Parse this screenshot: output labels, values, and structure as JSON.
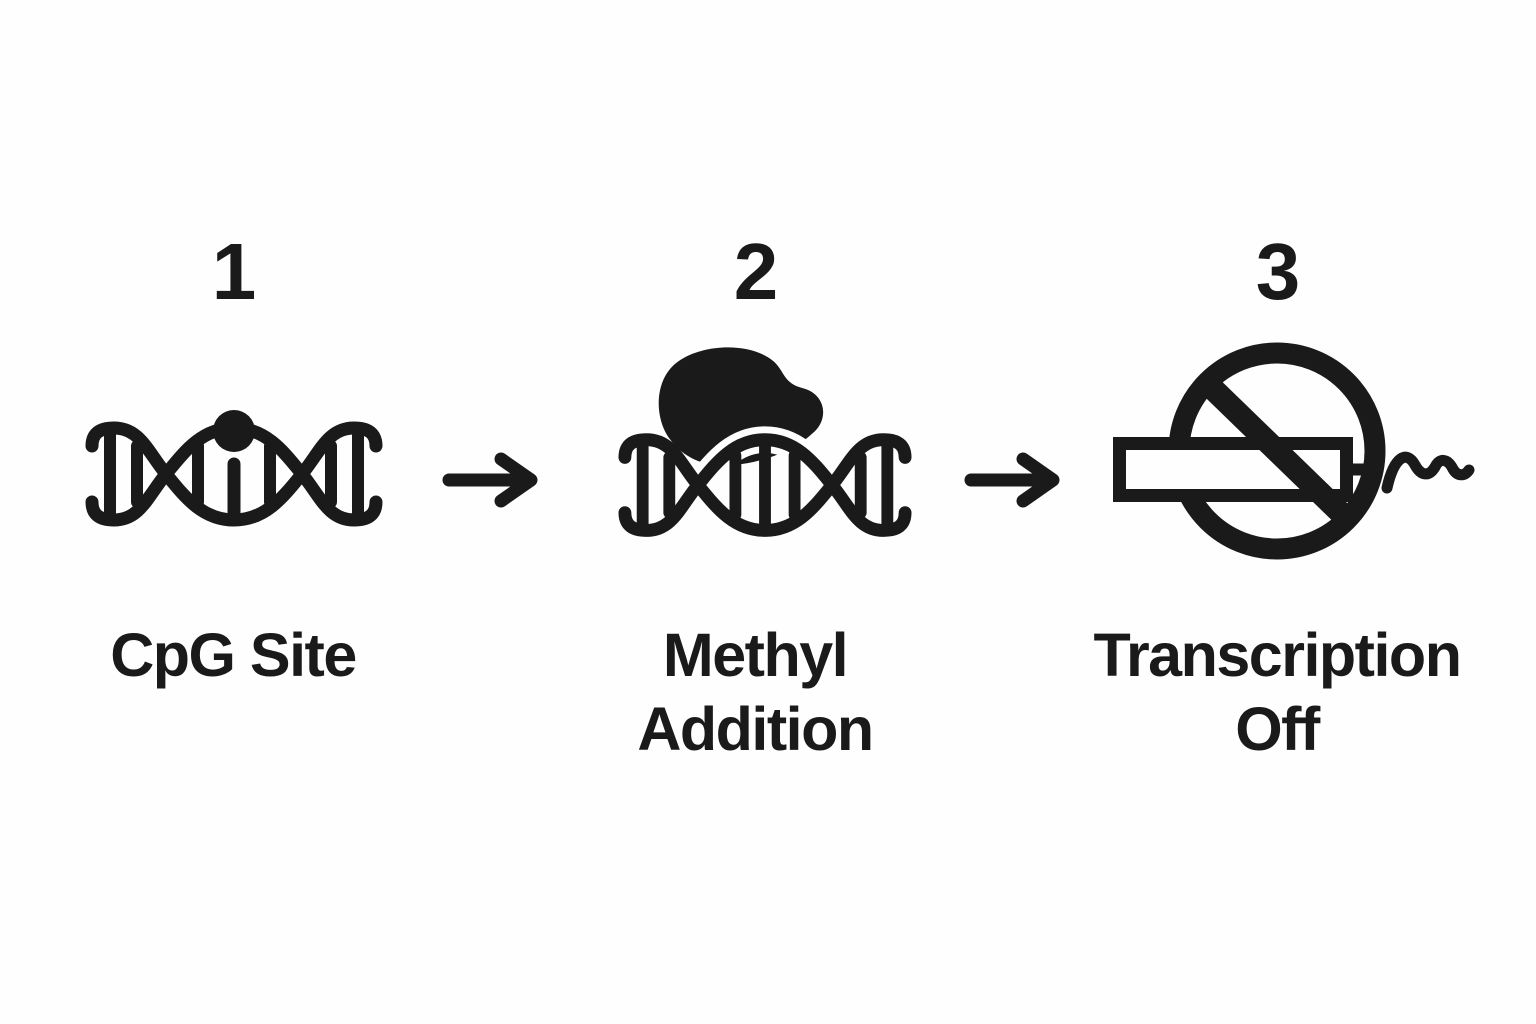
{
  "diagram": {
    "background_color": "#fefefe",
    "ink_color": "#1a1a1a",
    "steps": [
      {
        "number": "1",
        "icon": "dna-helix-cpg-pin-icon",
        "label_line1": "CpG Site",
        "label_line2": ""
      },
      {
        "number": "2",
        "icon": "dna-helix-methyl-blob-icon",
        "label_line1": "Methyl",
        "label_line2": "Addition"
      },
      {
        "number": "3",
        "icon": "transcription-blocked-icon",
        "label_line1": "Transcription",
        "label_line2": "Off"
      }
    ],
    "arrows": [
      {
        "icon": "right-arrow-icon"
      },
      {
        "icon": "right-arrow-icon"
      }
    ]
  }
}
